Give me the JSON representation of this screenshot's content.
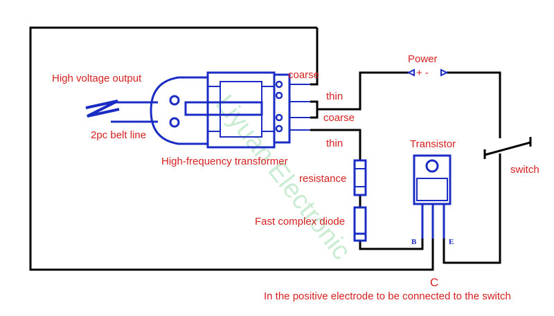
{
  "diagram": {
    "watermark": "Liyuan Electronic",
    "labels": {
      "high_voltage_output": "High voltage output",
      "belt_line": "2pc belt line",
      "hf_transformer": "High-frequency transformer",
      "coarse_top": "coarse",
      "thin_top": "thin",
      "coarse_mid": "coarse",
      "thin_bottom": "thin",
      "power": "Power",
      "power_sign": "+ -",
      "transistor": "Transistor",
      "switch": "switch",
      "resistance": "resistance",
      "diode": "Fast complex diode",
      "pin_b": "B",
      "pin_e": "E",
      "pin_c": "C",
      "note": "In the positive electrode to be connected to the switch"
    },
    "colors": {
      "label": "#d61f1f",
      "component": "#1a2cc4",
      "wire": "#000000",
      "watermark": "#b9e6c4"
    }
  }
}
